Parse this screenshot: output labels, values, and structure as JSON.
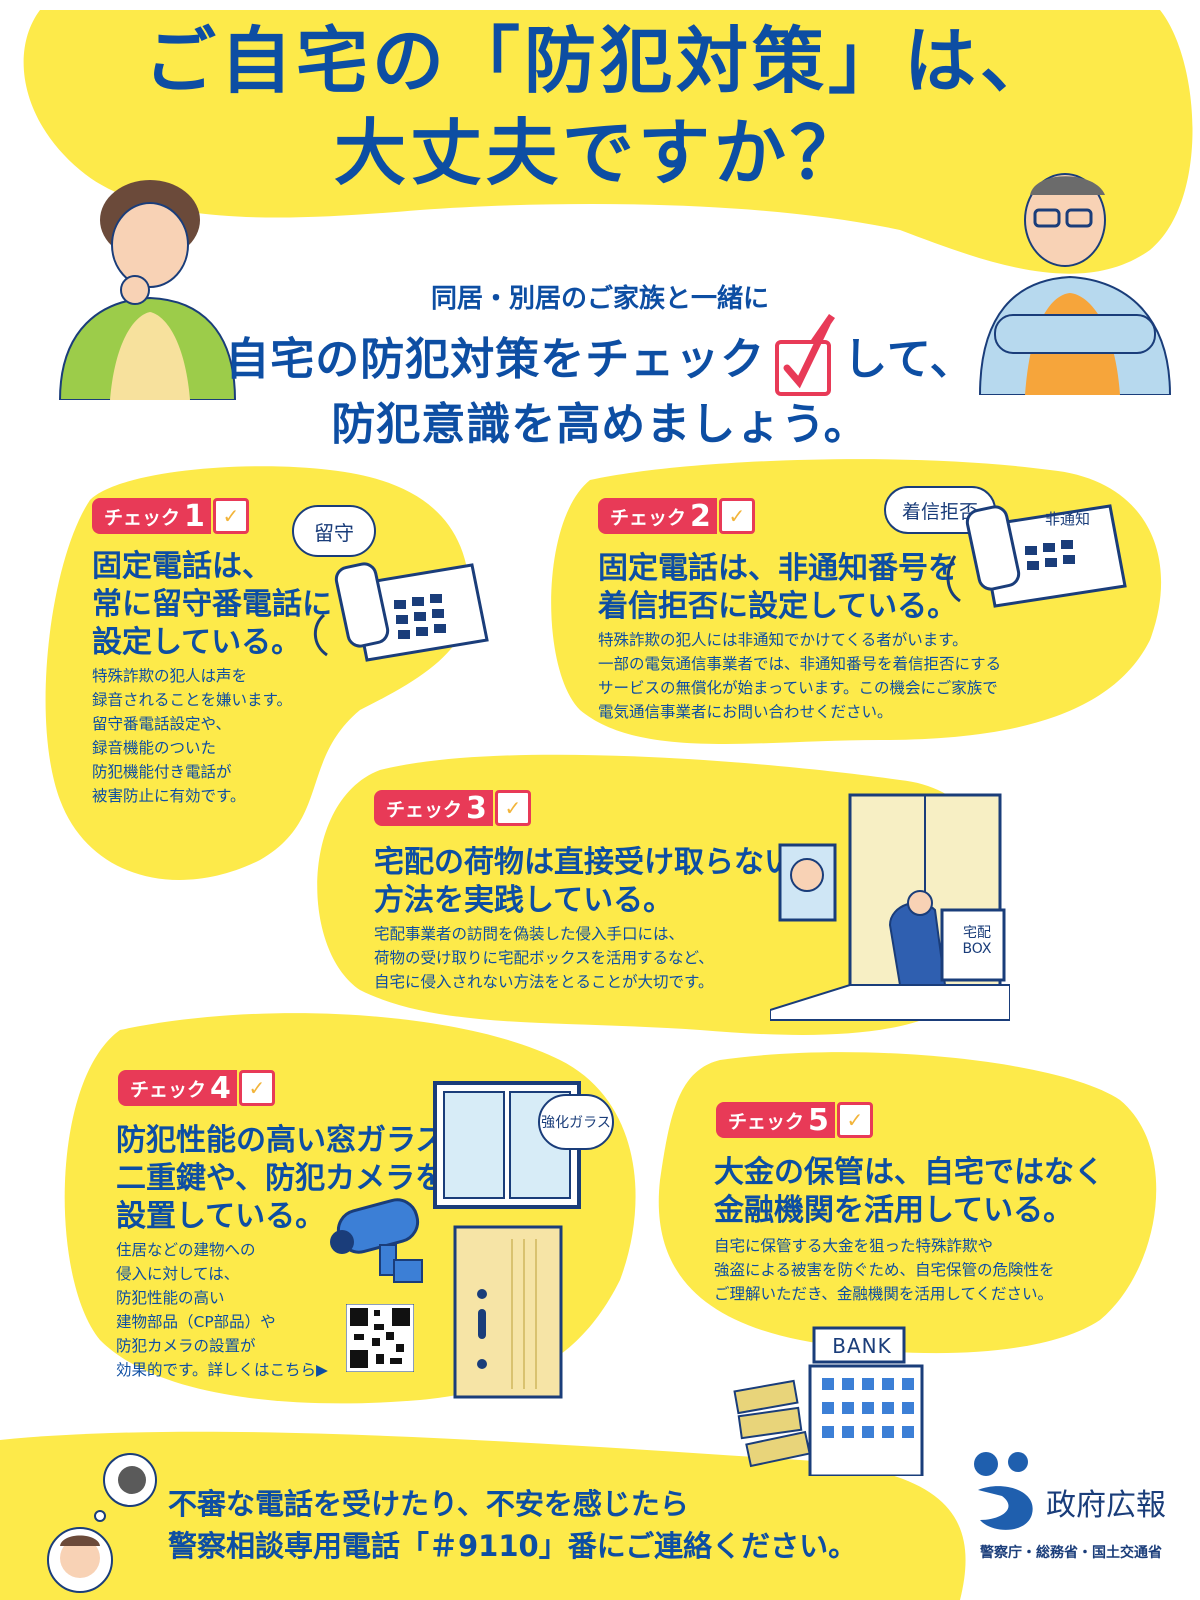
{
  "title": {
    "line1": "ご自宅の「防犯対策」は、",
    "line2": "大丈夫ですか？"
  },
  "lead": {
    "small": "同居・別居のご家族と一緒に",
    "line1_a": "自宅の防犯対策をチェック",
    "line1_b": "して、",
    "line2": "防犯意識を高めましょう。"
  },
  "check_label": "チェック",
  "checks": [
    {
      "num": "1",
      "heading": [
        "固定電話は、",
        "常に留守番電話に",
        "設定している。"
      ],
      "body": [
        "特殊詐欺の犯人は声を",
        "録音されることを嫌います。",
        "留守番電話設定や、",
        "録音機能のついた",
        "防犯機能付き電話が",
        "被害防止に有効です。"
      ],
      "bubble": "留守"
    },
    {
      "num": "2",
      "heading": [
        "固定電話は、非通知番号を",
        "着信拒否に設定している。"
      ],
      "body": [
        "特殊詐欺の犯人には非通知でかけてくる者がいます。",
        "一部の電気通信事業者では、非通知番号を着信拒否にする",
        "サービスの無償化が始まっています。この機会にご家族で",
        "電気通信事業者にお問い合わせください。"
      ],
      "bubble": "着信拒否",
      "phone_label": "非通知"
    },
    {
      "num": "3",
      "heading": [
        "宅配の荷物は直接受け取らない",
        "方法を実践している。"
      ],
      "body": [
        "宅配事業者の訪問を偽装した侵入手口には、",
        "荷物の受け取りに宅配ボックスを活用するなど、",
        "自宅に侵入されない方法をとることが大切です。"
      ],
      "box_label1": "宅配",
      "box_label2": "BOX"
    },
    {
      "num": "4",
      "heading": [
        "防犯性能の高い窓ガラス、",
        "二重鍵や、防犯カメラを",
        "設置している。"
      ],
      "body": [
        "住居などの建物への",
        "侵入に対しては、",
        "防犯性能の高い",
        "建物部品（CP部品）や",
        "防犯カメラの設置が",
        "効果的です。詳しくはこちら▶"
      ],
      "bubble": "強化ガラス"
    },
    {
      "num": "5",
      "heading": [
        "大金の保管は、自宅ではなく",
        "金融機関を活用している。"
      ],
      "body": [
        "自宅に保管する大金を狙った特殊詐欺や",
        "強盗による被害を防ぐため、自宅保管の危険性を",
        "ご理解いただき、金融機関を活用してください。"
      ],
      "bank_label": "BANK"
    }
  ],
  "footer": {
    "line1": "不審な電話を受けたり、不安を感じたら",
    "line2": "警察相談専用電話「＃9110」番にご連絡ください。"
  },
  "logo": {
    "name": "政府広報",
    "agencies": "警察庁・総務省・国土交通省"
  },
  "colors": {
    "yellow": "#fdea4a",
    "navy": "#0d4ea3",
    "red": "#e83a57"
  }
}
